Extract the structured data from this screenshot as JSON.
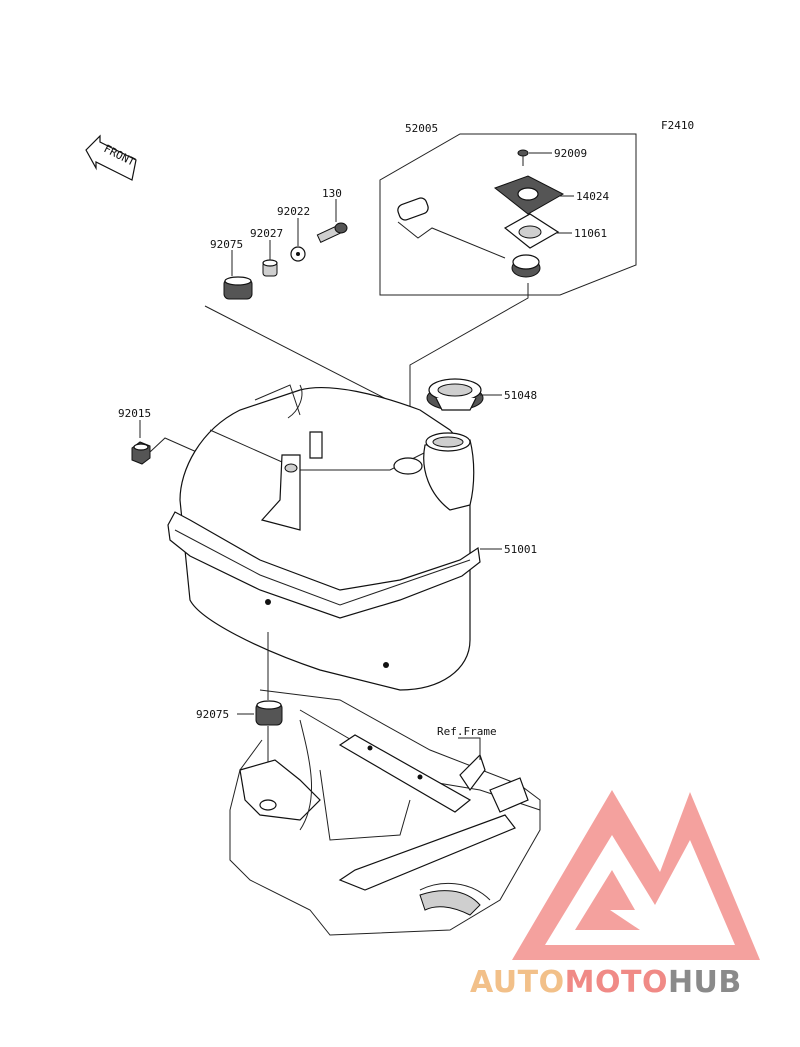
{
  "figure_code": "F2410",
  "front_label": "FRONT",
  "labels": {
    "p52005": "52005",
    "p92009": "92009",
    "p14024": "14024",
    "p11061": "11061",
    "p130": "130",
    "p92022": "92022",
    "p92027": "92027",
    "p92075_top": "92075",
    "p51048": "51048",
    "p92015": "92015",
    "p51001": "51001",
    "p92075_bottom": "92075",
    "ref_frame": "Ref.Frame"
  },
  "watermark": {
    "part1": "AUTO",
    "part2": "MOTO",
    "part3": "HUB",
    "color1": "#f2c089",
    "color2": "#f08a86",
    "color3": "#8a8a8a",
    "logo_color": "#f28a86"
  }
}
